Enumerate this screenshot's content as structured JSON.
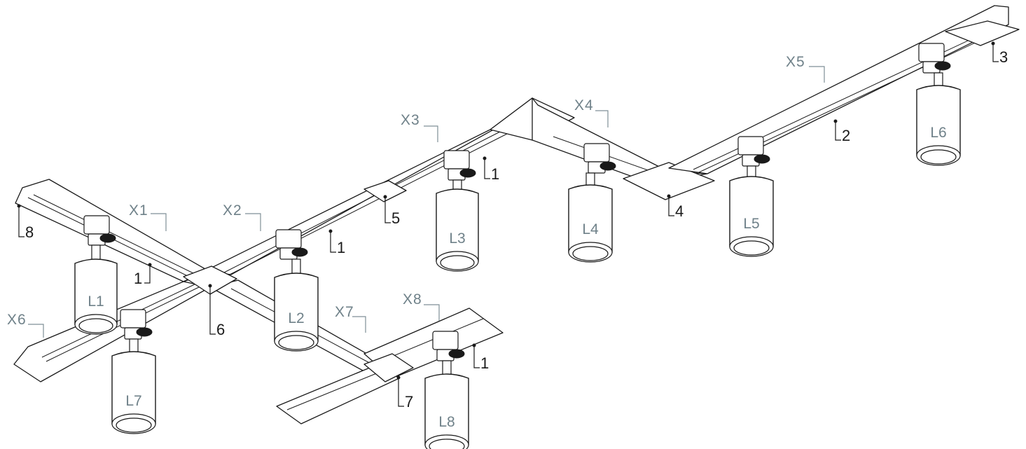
{
  "section_labels": [
    "X1",
    "X2",
    "X3",
    "X4",
    "X5",
    "X6",
    "X7",
    "X8"
  ],
  "light_labels": [
    "L1",
    "L2",
    "L3",
    "L4",
    "L5",
    "L6",
    "L7",
    "L8"
  ],
  "part_callouts": [
    "1",
    "1",
    "1",
    "1",
    "2",
    "3",
    "4",
    "5",
    "6",
    "7",
    "8"
  ]
}
